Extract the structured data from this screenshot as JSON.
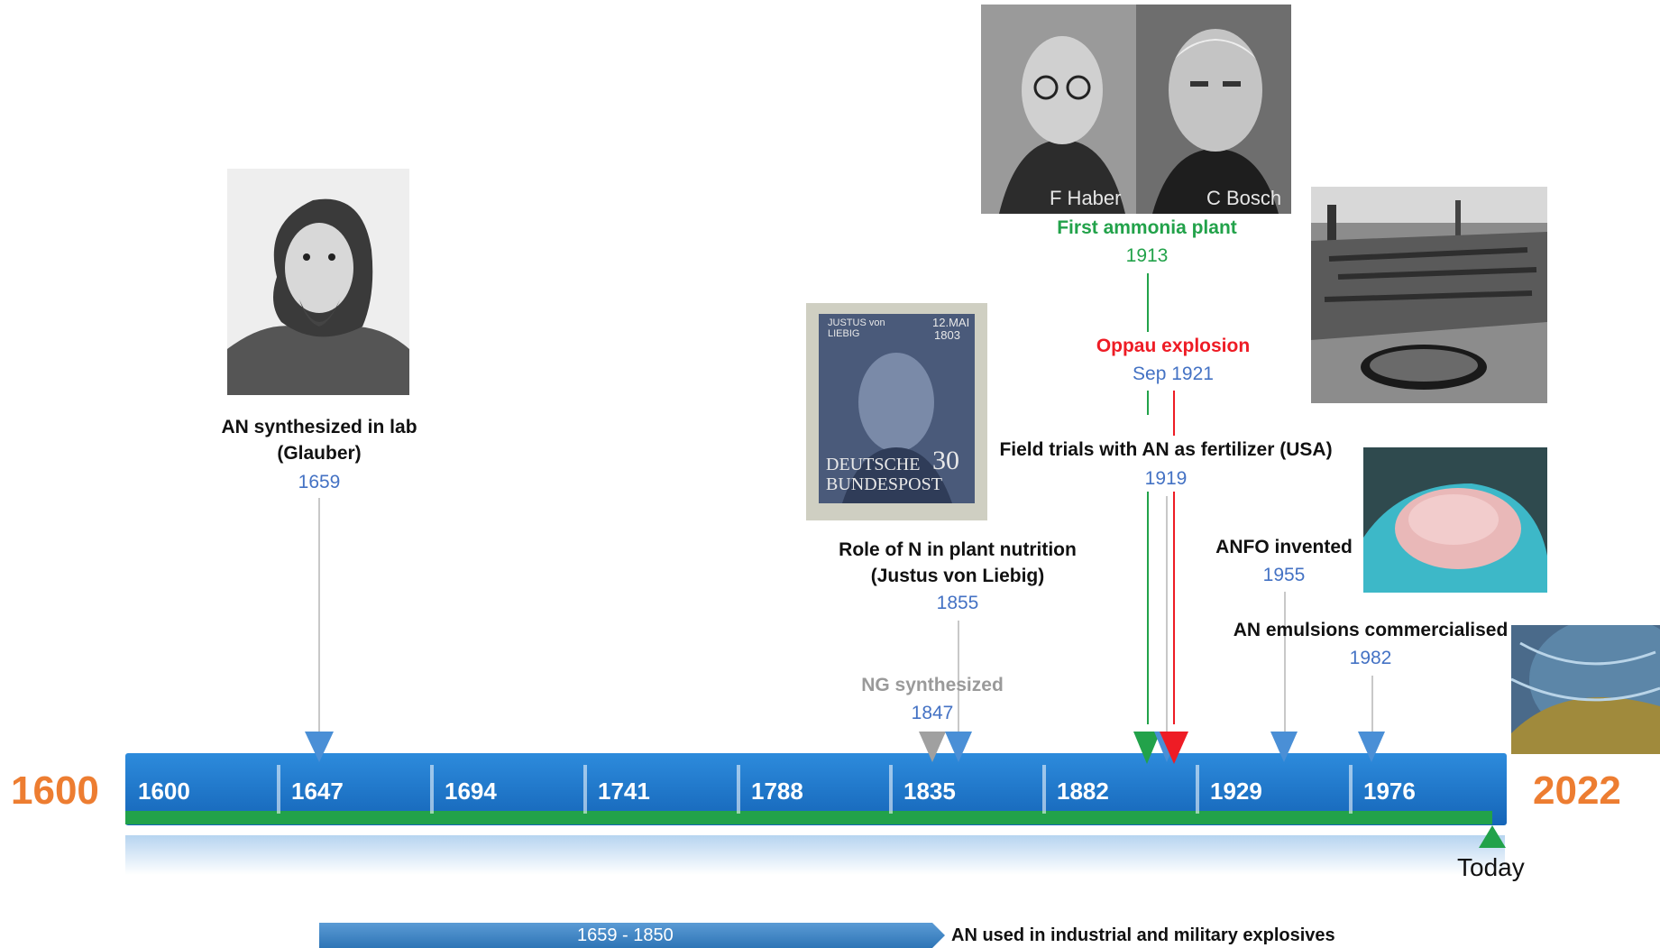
{
  "timeline": {
    "start_year": "1600",
    "end_year": "2022",
    "ticks": [
      "1600",
      "1647",
      "1694",
      "1741",
      "1788",
      "1835",
      "1882",
      "1929",
      "1976"
    ],
    "today_label": "Today",
    "colors": {
      "bar": "#1f73c8",
      "green": "#22a24a",
      "orange": "#ed7d31",
      "year_blue": "#4472c4",
      "red": "#ee1c25",
      "gray": "#a0a0a0"
    }
  },
  "events": {
    "glauber": {
      "title_line1": "AN synthesized in lab",
      "title_line2": "(Glauber)",
      "year": "1659"
    },
    "liebig": {
      "title_line1": "Role of N in plant nutrition",
      "title_line2": "(Justus von Liebig)",
      "year": "1855"
    },
    "ng": {
      "title": "NG synthesized",
      "year": "1847"
    },
    "ammonia": {
      "title": "First ammonia plant",
      "year": "1913"
    },
    "oppau": {
      "title": "Oppau explosion",
      "year": "Sep 1921"
    },
    "field_trials": {
      "title": "Field trials with AN as fertilizer (USA)",
      "year": "1919"
    },
    "anfo": {
      "title": "ANFO invented",
      "year": "1955"
    },
    "emulsions": {
      "title": "AN emulsions commercialised",
      "year": "1982"
    }
  },
  "photos": {
    "haber_caption": "F Haber",
    "bosch_caption": "C Bosch",
    "stamp_line1": "JUSTUS von",
    "stamp_line2": "LIEBIG",
    "stamp_date1": "12.MAI",
    "stamp_date2": "1803",
    "stamp_country1": "DEUTSCHE",
    "stamp_country2": "BUNDESPOST",
    "stamp_value": "30"
  },
  "period": {
    "range_label": "1659 - 1850",
    "description": "AN used in industrial and military explosives"
  }
}
